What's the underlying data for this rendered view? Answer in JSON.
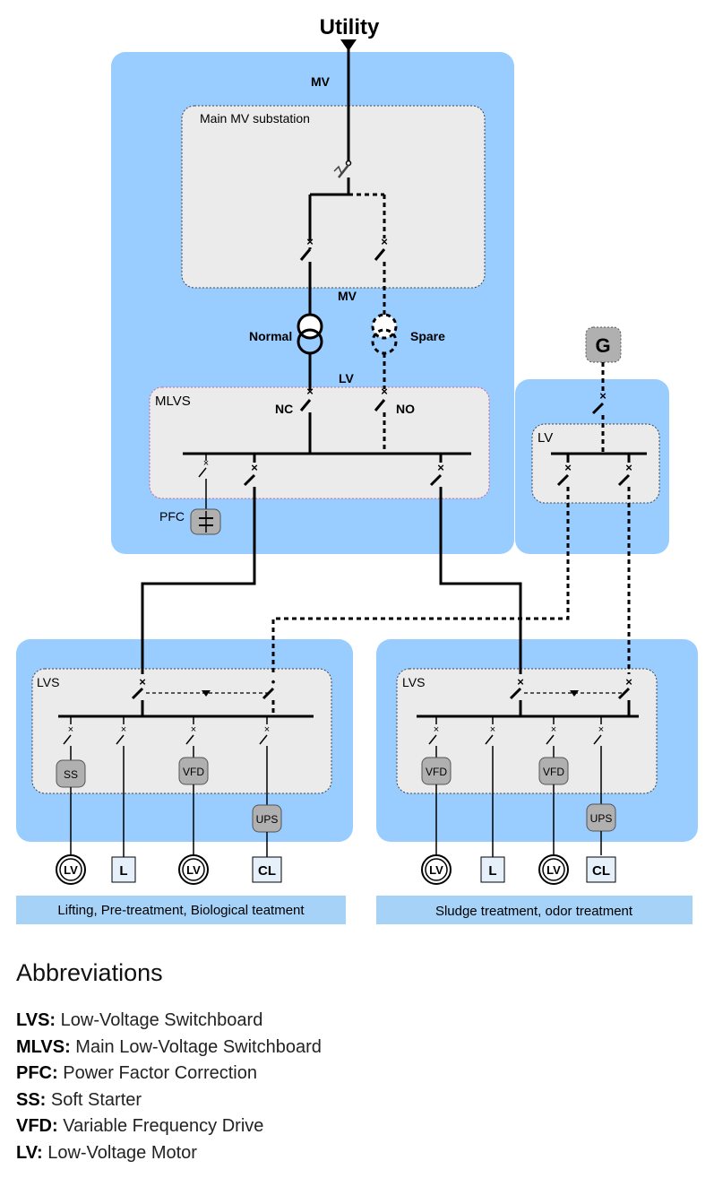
{
  "labels": {
    "utility": "Utility",
    "mv_top": "MV",
    "main_mv_substation": "Main MV substation",
    "mv_mid": "MV",
    "lv_mid": "LV",
    "normal": "Normal",
    "spare": "Spare",
    "mlvs": "MLVS",
    "nc": "NC",
    "no": "NO",
    "pfc": "PFC",
    "generator": "G",
    "gen_lv": "LV",
    "lvs_left": "LVS",
    "lvs_right": "LVS"
  },
  "left_devices": [
    "SS",
    "VFD",
    "UPS"
  ],
  "right_devices": [
    "VFD",
    "VFD",
    "UPS"
  ],
  "left_loads": [
    "LV",
    "L",
    "LV",
    "CL"
  ],
  "right_loads": [
    "LV",
    "L",
    "LV",
    "CL"
  ],
  "captions": {
    "left": "Lifting, Pre-treatment, Biological teatment",
    "right": "Sludge treatment, odor treatment"
  },
  "abbreviations": {
    "title": "Abbreviations",
    "items": [
      {
        "abbr": "LVS:",
        "text": "Low-Voltage Switchboard"
      },
      {
        "abbr": "MLVS:",
        "text": "Main Low-Voltage Switchboard"
      },
      {
        "abbr": "PFC:",
        "text": "Power Factor Correction"
      },
      {
        "abbr": "SS:",
        "text": "Soft Starter"
      },
      {
        "abbr": "VFD:",
        "text": "Variable Frequency Drive"
      },
      {
        "abbr": "LV:",
        "text": "Low-Voltage Motor"
      }
    ]
  },
  "colors": {
    "panel_blue": "#99ccff",
    "inner_gray": "#ebebeb",
    "caption_blue": "#a6d2f7",
    "device_gray": "#b0b0b0",
    "mlvs_border": "#cc6699"
  }
}
